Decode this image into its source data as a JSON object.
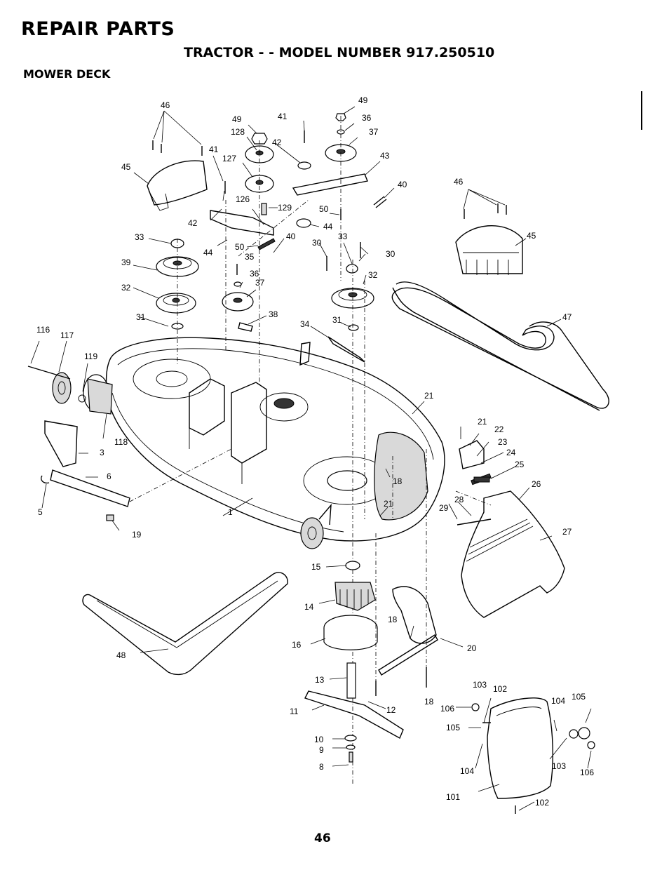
{
  "header": {
    "title": "REPAIR PARTS",
    "subtitle": "TRACTOR - - MODEL NUMBER 917.250510",
    "section": "MOWER DECK"
  },
  "page_number": "46",
  "callouts": {
    "c46a": "46",
    "c49a": "49",
    "c41a": "41",
    "c128": "128",
    "c42a": "42",
    "c49b": "49",
    "c36a": "36",
    "c37a": "37",
    "c43": "43",
    "c45a": "45",
    "c41b": "41",
    "c127": "127",
    "c40a": "40",
    "c46b": "46",
    "c126": "126",
    "c129": "129",
    "c50a": "50",
    "c42b": "42",
    "c44a": "44",
    "c33a": "33",
    "c44b": "44",
    "c50b": "50",
    "c40b": "40",
    "c30a": "30",
    "c33b": "33",
    "c30b": "30",
    "c45b": "45",
    "c35": "35",
    "c39": "39",
    "c36b": "36",
    "c37b": "37",
    "c32a": "32",
    "c32b": "32",
    "c31a": "31",
    "c38": "38",
    "c34": "34",
    "c31b": "31",
    "c47": "47",
    "c116": "116",
    "c117": "117",
    "c119": "119",
    "c21a": "21",
    "c21b": "21",
    "c22": "22",
    "c23": "23",
    "c24": "24",
    "c3": "3",
    "c118": "118",
    "c25": "25",
    "c6": "6",
    "c18a": "18",
    "c26": "26",
    "c5": "5",
    "c1": "1",
    "c28": "28",
    "c29": "29",
    "c21c": "21",
    "c27": "27",
    "c19": "19",
    "c15": "15",
    "c14": "14",
    "c18b": "18",
    "c20": "20",
    "c16": "16",
    "c48": "48",
    "c13": "13",
    "c103a": "103",
    "c102a": "102",
    "c104a": "104",
    "c105a": "105",
    "c11": "11",
    "c12": "12",
    "c18c": "18",
    "c106a": "106",
    "c105b": "105",
    "c10": "10",
    "c9": "9",
    "c8": "8",
    "c104b": "104",
    "c103b": "103",
    "c106b": "106",
    "c101": "101",
    "c102b": "102"
  }
}
